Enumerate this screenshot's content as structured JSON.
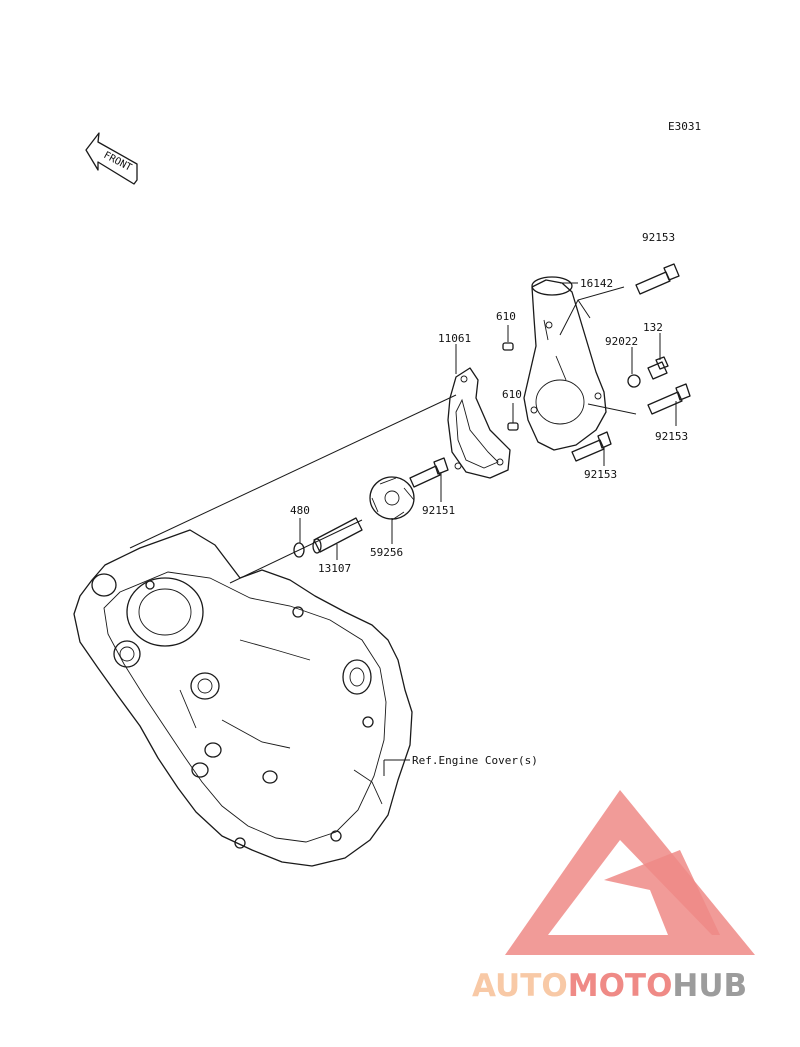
{
  "diagram": {
    "code": "E3031",
    "front_label": "FRONT",
    "reference_note": "Ref.Engine Cover(s)",
    "parts": [
      {
        "number": "92153"
      },
      {
        "number": "16142"
      },
      {
        "number": "610"
      },
      {
        "number": "11061"
      },
      {
        "number": "132"
      },
      {
        "number": "92022"
      },
      {
        "number": "610"
      },
      {
        "number": "92153"
      },
      {
        "number": "92153"
      },
      {
        "number": "92151"
      },
      {
        "number": "480"
      },
      {
        "number": "59256"
      },
      {
        "number": "13107"
      }
    ]
  },
  "watermark": {
    "part1": "AUTO",
    "part2": "MOTO",
    "part3": "HUB",
    "color_light": "#f8c9a6",
    "color_red": "#ef8a86",
    "color_gray": "#9c9c9c"
  }
}
